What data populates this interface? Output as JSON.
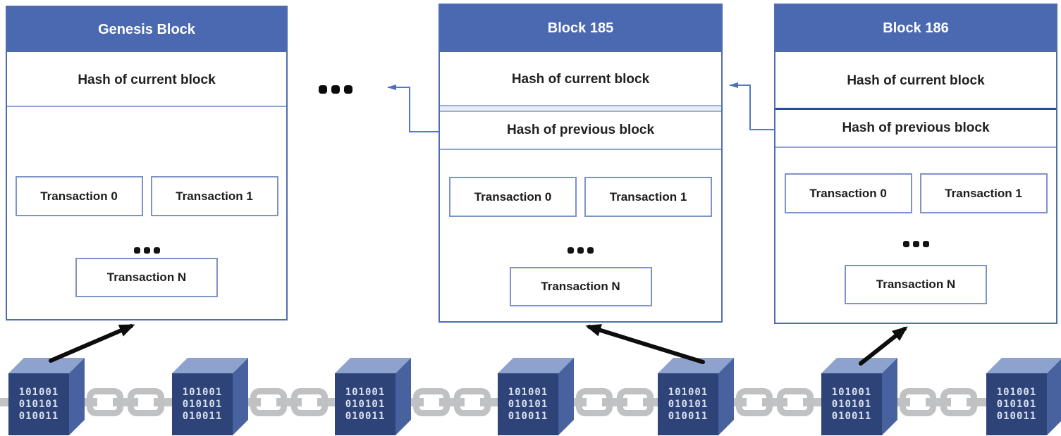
{
  "blocks": [
    {
      "id": "genesis",
      "title": "Genesis Block",
      "hash_current_label": "Hash of current block",
      "transactions": {
        "tx0": "Transaction 0",
        "tx1": "Transaction 1",
        "ellipsis": "...",
        "txn": "Transaction N"
      }
    },
    {
      "id": "block-185",
      "title": "Block 185",
      "hash_current_label": "Hash of current block",
      "hash_previous_label": "Hash of previous block",
      "transactions": {
        "tx0": "Transaction 0",
        "tx1": "Transaction 1",
        "ellipsis": "...",
        "txn": "Transaction N"
      }
    },
    {
      "id": "block-186",
      "title": "Block 186",
      "hash_current_label": "Hash of current block",
      "hash_previous_label": "Hash of previous block",
      "transactions": {
        "tx0": "Transaction 0",
        "tx1": "Transaction 1",
        "ellipsis": "...",
        "txn": "Transaction N"
      }
    }
  ],
  "mid_ellipsis": "...",
  "chain": {
    "cube_count": 7,
    "binary_lines": [
      "101001",
      "010101",
      "010011"
    ]
  },
  "colors": {
    "header_blue": "#4a69b0",
    "block_border": "#4f6cb2",
    "row_border": "#8fa3d0",
    "dark_divider": "#2c4a9c",
    "connector_blue": "#5577c4",
    "arrow_black": "#0d0d0d",
    "cube_front": "#2e4378",
    "cube_top": "#8da3ce",
    "cube_side": "#47629e",
    "chain_gray": "#bfc1c3",
    "binary_text": "#d9e0f0"
  }
}
